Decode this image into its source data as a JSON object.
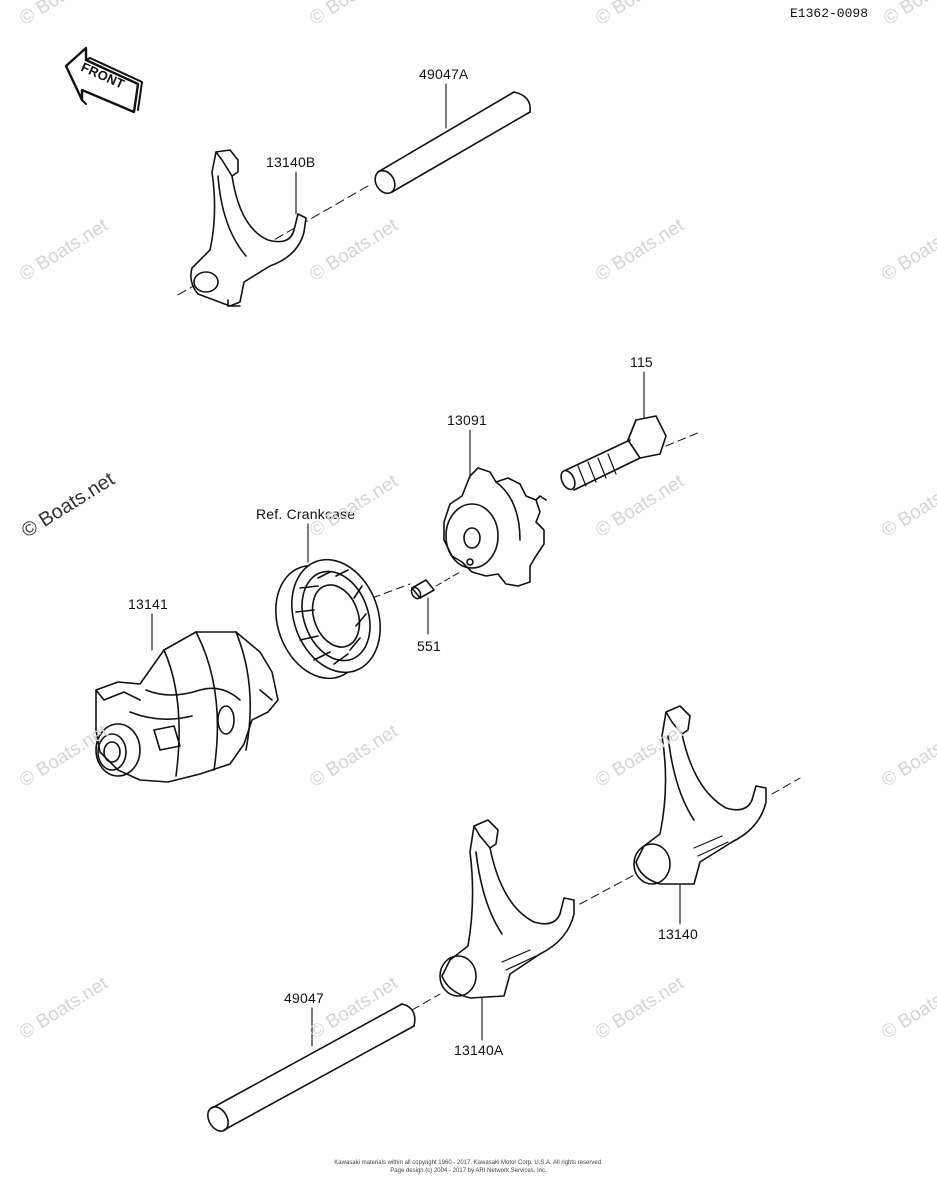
{
  "diagram_code": "E1362-0098",
  "front_arrow": {
    "label": "FRONT",
    "icon": "front-arrow-icon"
  },
  "parts": {
    "p49047A": "49047A",
    "p13140B": "13140B",
    "p115": "115",
    "p13091": "13091",
    "ref_crankcase": "Ref. Crankcase",
    "p13141": "13141",
    "p551": "551",
    "p13140": "13140",
    "p49047": "49047",
    "p13140A": "13140A"
  },
  "watermark": "© Boats.net",
  "footer": {
    "line1": "Kawasaki materials within all copyright 1960 - 2017. Kawasaki Motor Corp. U.S.A. All rights reserved.",
    "line2": "Page design (c) 2004 - 2017 by ARI Network Services, Inc."
  }
}
